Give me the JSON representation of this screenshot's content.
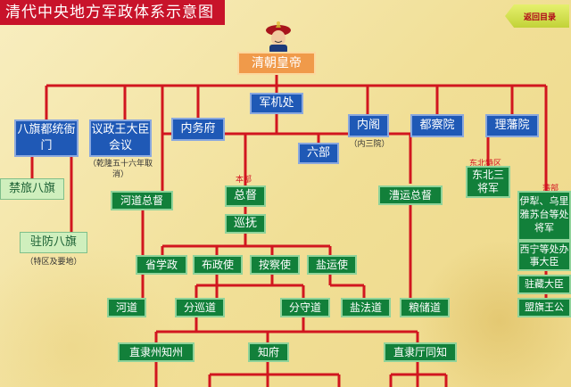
{
  "title": "清代中央地方军政体系示意图",
  "back_button": "返回目录",
  "nodes": {
    "emperor": "清朝皇帝",
    "junjichu": "军机处",
    "baqi": "八旗都统衙门",
    "yizheng": "议政王大臣会议",
    "yizheng_note": "（乾隆五十六年取消）",
    "neiwufu": "内务府",
    "liubu": "六部",
    "neige": "内阁",
    "neige_note": "（内三院）",
    "duchayuan": "都察院",
    "lifanyuan": "理藩院",
    "jinlv": "禁旅八旗",
    "zhufang": "驻防八旗",
    "zhufang_note": "（特区及要地）",
    "hedao_zongdu": "河道总督",
    "zongdu": "总督",
    "xunfu": "巡抚",
    "caoyun": "漕运总督",
    "dongbei": "东北三将军",
    "yili": "伊犁、乌里雅苏台等处将军",
    "xining": "西宁等处办事大臣",
    "zhuzang": "驻藏大臣",
    "mengqi": "盟旗王公",
    "xuezheng": "省学政",
    "buzheng": "布政使",
    "ancha": "按察使",
    "yanyun": "盐运使",
    "hedao": "河道",
    "fenxun": "分巡道",
    "fenshou": "分守道",
    "yanfa": "盐法道",
    "liangchu": "粮储道",
    "zhilizhou": "直隶州知州",
    "zhifu": "知府",
    "zhiliting": "直隶厅同知"
  },
  "labels": {
    "benbu": "本部",
    "dongbei_region": "东北特区",
    "fanbu": "藩部"
  },
  "colors": {
    "title_bg": "#c8132a",
    "line": "#d1161f",
    "blue": "#1f59b6",
    "green": "#12803a",
    "orange": "#f09a4a"
  },
  "icons": {
    "emperor": "emperor-portrait-icon"
  }
}
